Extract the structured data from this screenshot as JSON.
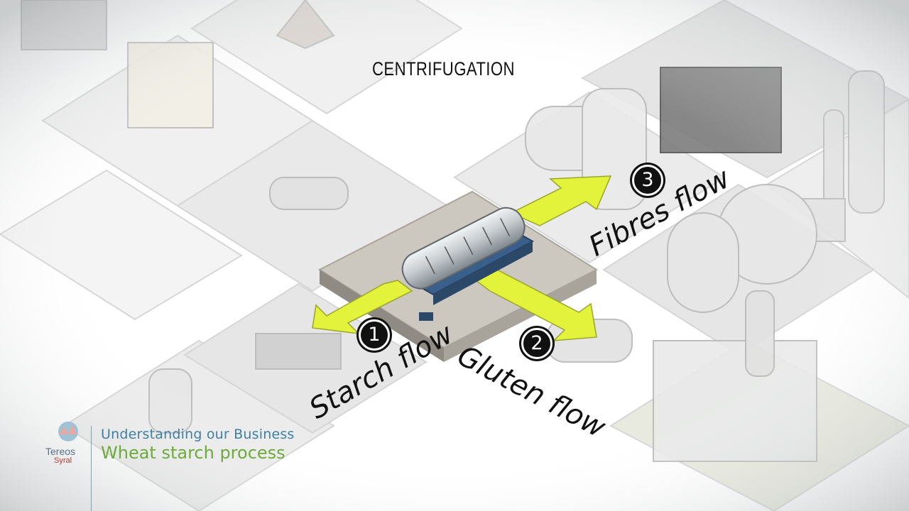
{
  "title": "CENTRIFUGATION",
  "flows": [
    {
      "number": "1",
      "label": "Starch flow"
    },
    {
      "number": "2",
      "label": "Gluten flow"
    },
    {
      "number": "3",
      "label": "Fibres flow"
    }
  ],
  "brand": {
    "name": "Tereos",
    "sub": "Syral"
  },
  "caption": {
    "line1": "Understanding our Business",
    "line2": "Wheat starch process"
  },
  "colors": {
    "arrow": "#e3f23a",
    "arrow_dark": "#c4d22a",
    "machine": "#3a5f8a",
    "caption_blue": "#3e7fa3",
    "caption_green": "#6dab3c",
    "brand_red": "#c0332e"
  }
}
